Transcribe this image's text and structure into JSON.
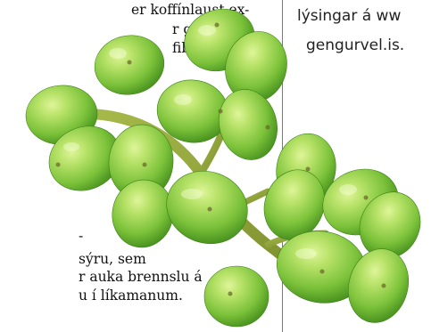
{
  "left_column": {
    "top_lines": [
      "er koffínlaust ex-",
      "r græn-",
      "fibaun-"
    ],
    "hyphen_fragment": "-",
    "bottom_lines": [
      "sýru, sem",
      "r auka brennslu á",
      "u í líkamanum."
    ]
  },
  "right_column": {
    "lines": [
      "lýsingar á ww",
      "gengurvel.is."
    ]
  },
  "image": {
    "subject": "green-coffee-beans",
    "colors": {
      "bean_light": "#b9e36a",
      "bean_mid": "#7cc23a",
      "bean_dark": "#3f8a1a",
      "stem": "#8fa33c"
    }
  }
}
